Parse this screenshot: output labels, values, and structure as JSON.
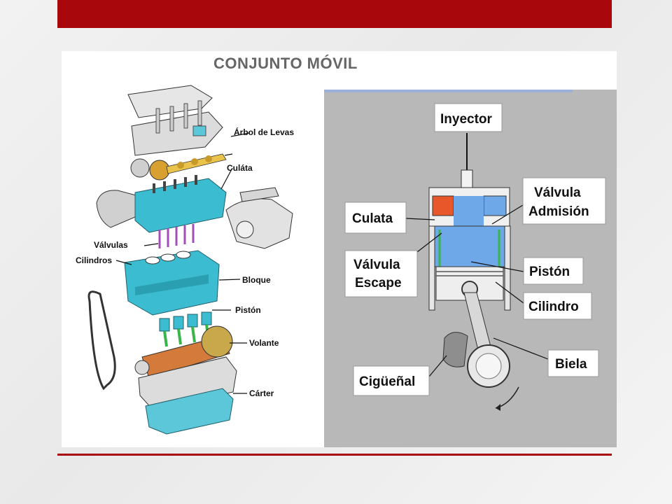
{
  "slide": {
    "title": "CONJUNTO MÓVIL"
  },
  "exploded_view": {
    "labels": {
      "camshaft": "Árbol de Levas",
      "cylinder_head": "Culáta",
      "valves": "Válvulas",
      "cylinders": "Cilindros",
      "block": "Bloque",
      "piston": "Pistón",
      "flywheel": "Volante",
      "crankcase": "Cárter"
    }
  },
  "cutaway_view": {
    "labels": {
      "injector": "Inyector",
      "intake_valve_line1": "Válvula",
      "intake_valve_line2": "Admisión",
      "head": "Culata",
      "exhaust_valve_line1": "Válvula",
      "exhaust_valve_line2": "Escape",
      "piston": "Pistón",
      "cylinder": "Cilindro",
      "con_rod": "Biela",
      "crankshaft": "Cigüeñal"
    }
  },
  "colors": {
    "accent_red": "#a8080c",
    "engine_teal": "#3bbcd0",
    "cutaway_background": "#b8b8b8",
    "combustion_blue": "#6fa8e8",
    "exhaust_orange": "#e8572a",
    "valve_green": "#39b54a"
  }
}
